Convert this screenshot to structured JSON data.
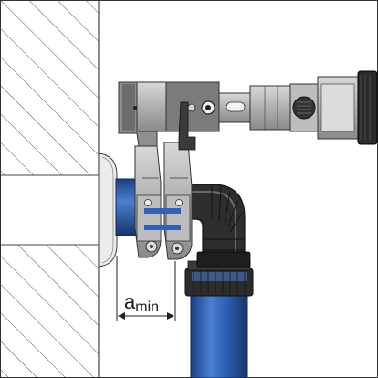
{
  "figure": {
    "dimension_label": {
      "main": "a",
      "subscript": "min"
    },
    "colors": {
      "pipe_blue": "#2f62b8",
      "tool_gray": "#a4a4a4",
      "tool_dark": "#3b3b3b",
      "fitting_black": "#2a2a2a",
      "wall_hatch": "#555555"
    },
    "icons": [
      "wall-hatch",
      "crimp-tool",
      "elbow-fitting",
      "pipe",
      "dimension-arrow"
    ]
  }
}
